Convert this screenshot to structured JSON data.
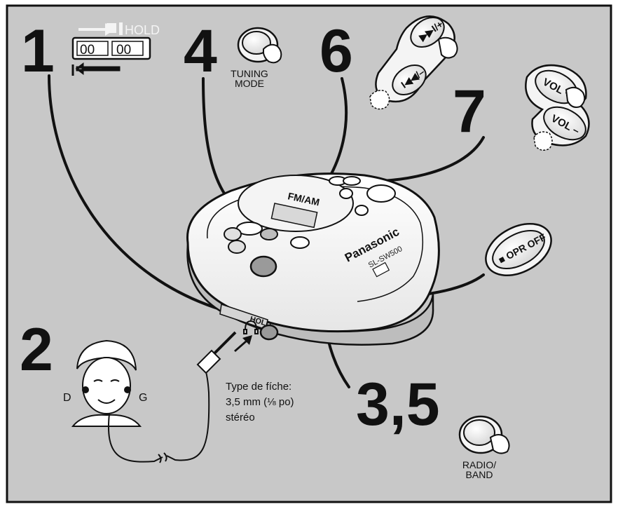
{
  "steps": {
    "s1": "1",
    "s2": "2",
    "s35": "3,5",
    "s4": "4",
    "s6": "6",
    "s7": "7"
  },
  "hold_switch": {
    "hold_label": "HOLD",
    "display_left": "00",
    "display_right": "00"
  },
  "tuning_button": {
    "line1": "TUNING",
    "line2": "MODE"
  },
  "skip_buttons": {
    "next": "▶▶I/+",
    "prev": "I◀◀/–"
  },
  "volume_buttons": {
    "up": "VOL +",
    "down": "VOL –"
  },
  "opr_button": {
    "label": "■ OPR OFF"
  },
  "radio_button": {
    "line1": "RADIO/",
    "line2": "BAND"
  },
  "player": {
    "brand": "Panasonic",
    "model": "SL-SW500",
    "display_label": "FM/AM",
    "side_hold_label": "HOLD"
  },
  "headphones": {
    "right_label": "D",
    "left_label": "G"
  },
  "plug_note": {
    "line1": "Type de fíche:",
    "line2": "3,5 mm (⅛ po)",
    "line3": "stéréo"
  },
  "colors": {
    "background": "#c8c8c8",
    "ink": "#111111",
    "frame": "#ffffff"
  }
}
